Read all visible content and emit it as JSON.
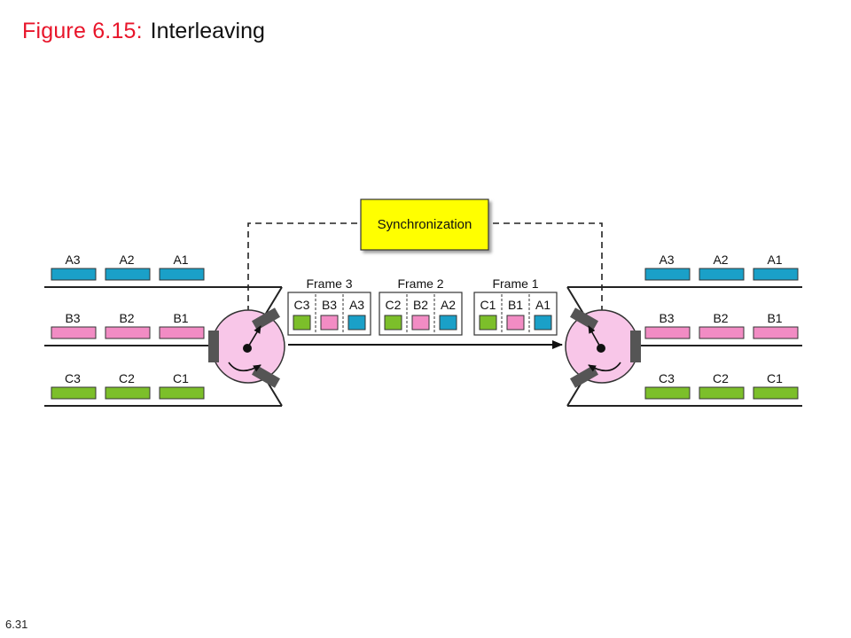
{
  "title": {
    "label": "Figure 6.15",
    "separator": ":",
    "text": "Interleaving"
  },
  "page_number": "6.31",
  "colors": {
    "A": "#1aa0c8",
    "B": "#f28cc4",
    "C": "#7cbf2a",
    "sync_box": "#ffff00",
    "title": "#e8152a",
    "rotor": "#f8c6e8"
  },
  "synchronization_label": "Synchronization",
  "sender": {
    "lines": [
      {
        "units": [
          "A3",
          "A2",
          "A1"
        ],
        "source": "A"
      },
      {
        "units": [
          "B3",
          "B2",
          "B1"
        ],
        "source": "B"
      },
      {
        "units": [
          "C3",
          "C2",
          "C1"
        ],
        "source": "C"
      }
    ]
  },
  "receiver": {
    "lines": [
      {
        "units": [
          "A3",
          "A2",
          "A1"
        ],
        "source": "A"
      },
      {
        "units": [
          "B3",
          "B2",
          "B1"
        ],
        "source": "B"
      },
      {
        "units": [
          "C3",
          "C2",
          "C1"
        ],
        "source": "C"
      }
    ]
  },
  "frames": [
    {
      "label": "Frame 3",
      "slots": [
        {
          "text": "C3",
          "source": "C"
        },
        {
          "text": "B3",
          "source": "B"
        },
        {
          "text": "A3",
          "source": "A"
        }
      ]
    },
    {
      "label": "Frame 2",
      "slots": [
        {
          "text": "C2",
          "source": "C"
        },
        {
          "text": "B2",
          "source": "B"
        },
        {
          "text": "A2",
          "source": "A"
        }
      ]
    },
    {
      "label": "Frame 1",
      "slots": [
        {
          "text": "C1",
          "source": "C"
        },
        {
          "text": "B1",
          "source": "B"
        },
        {
          "text": "A1",
          "source": "A"
        }
      ]
    }
  ]
}
